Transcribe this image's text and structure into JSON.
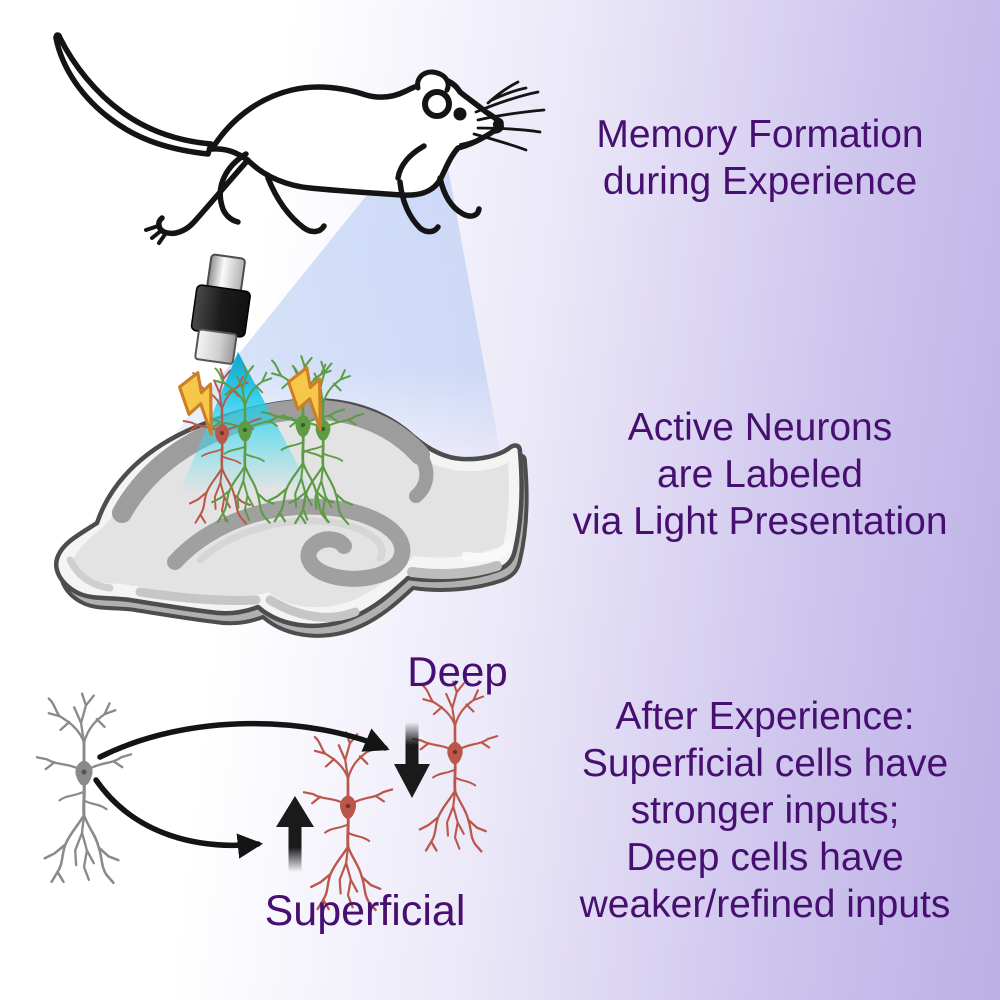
{
  "figure": {
    "type": "graphical-abstract",
    "sections": [
      {
        "name": "experience",
        "caption_lines": [
          "Memory Formation",
          "during Experience"
        ],
        "icons": [
          "running-mouse",
          "head-light-beam"
        ]
      },
      {
        "name": "light-labeling",
        "caption_lines": [
          "Active Neurons",
          "are Labeled",
          "via Light Presentation"
        ],
        "icons": [
          "fiber-optic-light",
          "cyan-light-beam",
          "hippocampus-slice",
          "lightning-bolt",
          "active-neuron-red",
          "labeled-neuron-green"
        ]
      },
      {
        "name": "after-experience",
        "caption_lines": [
          "After Experience:",
          "Superficial cells have",
          "stronger inputs;",
          "Deep cells have",
          "weaker/refined inputs"
        ],
        "labels": {
          "deep": "Deep",
          "superficial": "Superficial"
        },
        "icons": [
          "input-neuron-gray",
          "superficial-neuron-red",
          "deep-neuron-red",
          "strengthen-up-arrow",
          "weaken-down-arrow",
          "connection-arrow"
        ]
      }
    ],
    "colors": {
      "text_purple": "#470f70",
      "background_white": "#ffffff",
      "background_lavender": "#bcafe5",
      "beam_blue": "#adc5f3",
      "light_cyan": "#1cc6e8",
      "neuron_red": "#bb564a",
      "neuron_green": "#5d9c45",
      "neuron_gray": "#8a8a8a",
      "bolt_yellow": "#f7c74a",
      "bolt_outline": "#cd7f28",
      "brain_fill": "#f4f4f4",
      "brain_band": "#9d9d9d",
      "arrow_black": "#1a1a1a"
    }
  }
}
